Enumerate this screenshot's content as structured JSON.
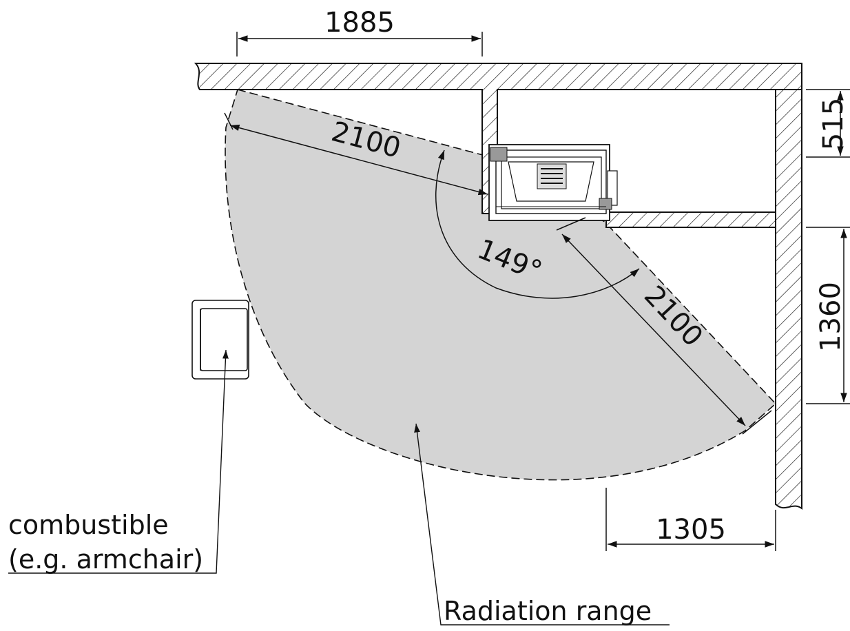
{
  "dimensions": {
    "top_width": "1885",
    "side_depth": "515",
    "side_height": "1360",
    "bottom_width": "1305",
    "radius_left": "2100",
    "radius_right": "2100",
    "angle": "149°"
  },
  "labels": {
    "combustible_line1": "combustible",
    "combustible_line2": "(e.g. armchair)",
    "radiation_range": "Radiation range"
  },
  "colors": {
    "radiation_fill": "#d4d4d4",
    "line": "#111111"
  }
}
